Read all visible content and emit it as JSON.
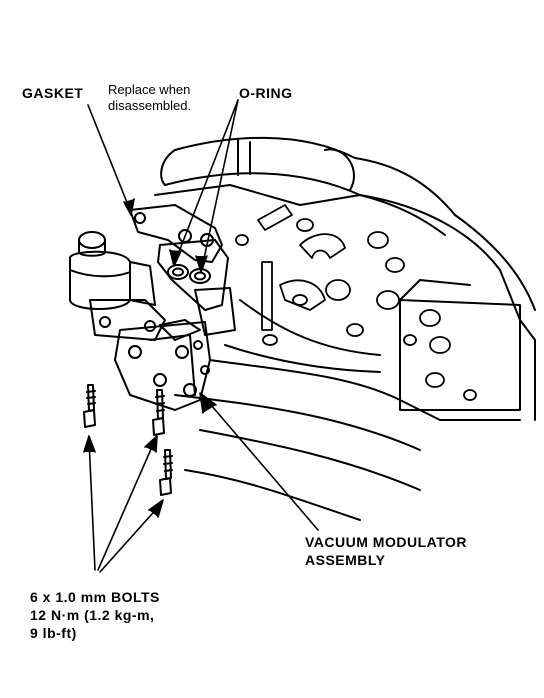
{
  "labels": {
    "gasket": "GASKET",
    "replace_note": [
      "Replace when",
      "disassembled."
    ],
    "oring": "O-RING",
    "vacuum_modulator": [
      "VACUUM MODULATOR",
      "ASSEMBLY"
    ],
    "bolts": [
      "6 x 1.0 mm BOLTS",
      "12 N·m (1.2 kg-m,",
      "9 lb-ft)"
    ]
  }
}
